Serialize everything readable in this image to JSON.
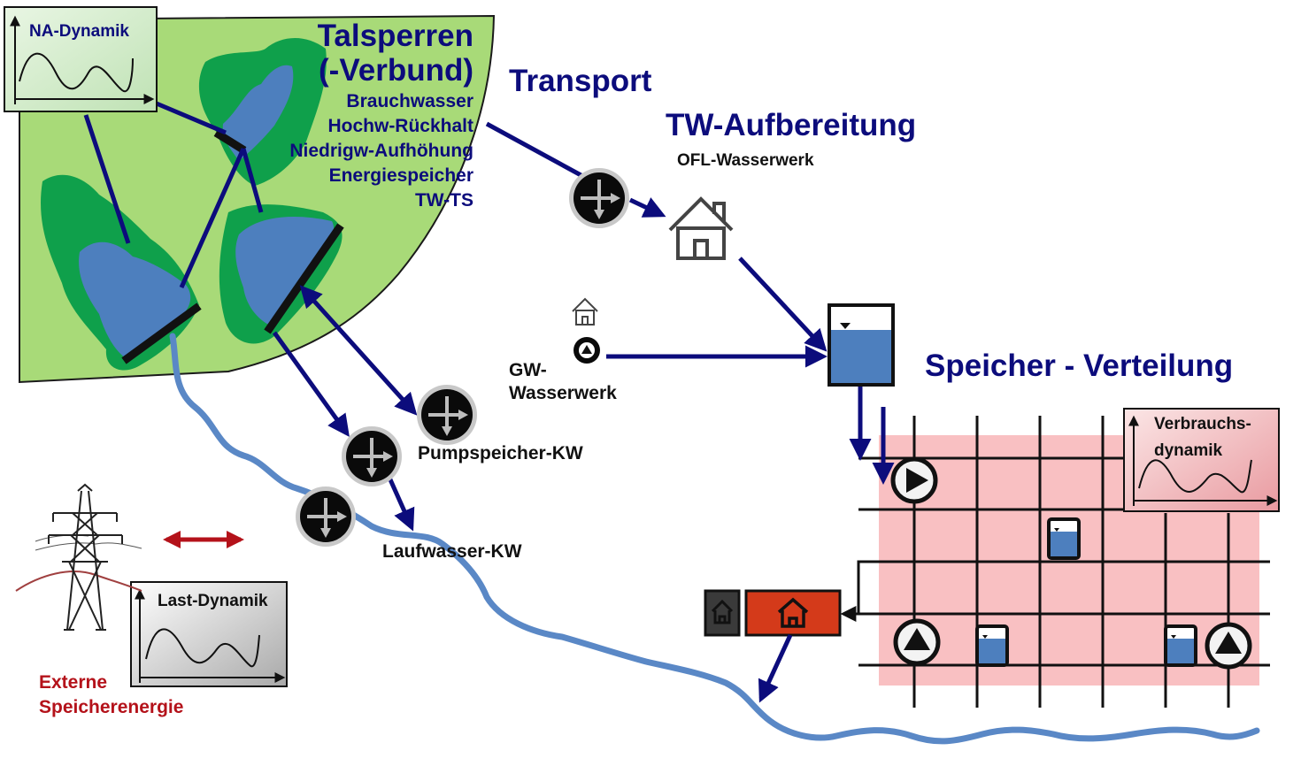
{
  "colors": {
    "navy": "#0c0c7c",
    "land_light": "#a8da78",
    "land_green": "#0fa04b",
    "water": "#4d7fbe",
    "river": "#5a88c6",
    "distribution_zone": "#f9c0c2",
    "external_red": "#b4121a",
    "plant_red": "#d43a1a"
  },
  "labels": {
    "talsperren_line1": "Talsperren",
    "talsperren_line2": "(-Verbund)",
    "uses": [
      "Brauchwasser",
      "Hochw-Rückhalt",
      "Niedrigw-Aufhöhung",
      "Energiespeicher",
      "TW-TS"
    ],
    "transport": "Transport",
    "tw_aufbereitung": "TW-Aufbereitung",
    "ofl_wasserwerk": "OFL-Wasserwerk",
    "gw_line1": "GW-",
    "gw_line2": "Wasserwerk",
    "speicher_verteilung": "Speicher - Verteilung",
    "pumpspeicher_kw": "Pumpspeicher-KW",
    "laufwasser_kw": "Laufwasser-KW",
    "externe_line1": "Externe",
    "externe_line2": "Speicherenergie"
  },
  "charts": {
    "na": {
      "title": "NA-Dynamik"
    },
    "verbrauch": {
      "title_line1": "Verbrauchs-",
      "title_line2": "dynamik"
    },
    "last": {
      "title": "Last-Dynamik"
    }
  },
  "icons": {
    "house": "house-icon",
    "pump": "pump-icon",
    "turbine": "turbine-icon",
    "tank": "water-tank-icon",
    "pylon": "power-pylon-icon",
    "arrow": "double-arrow-icon"
  }
}
